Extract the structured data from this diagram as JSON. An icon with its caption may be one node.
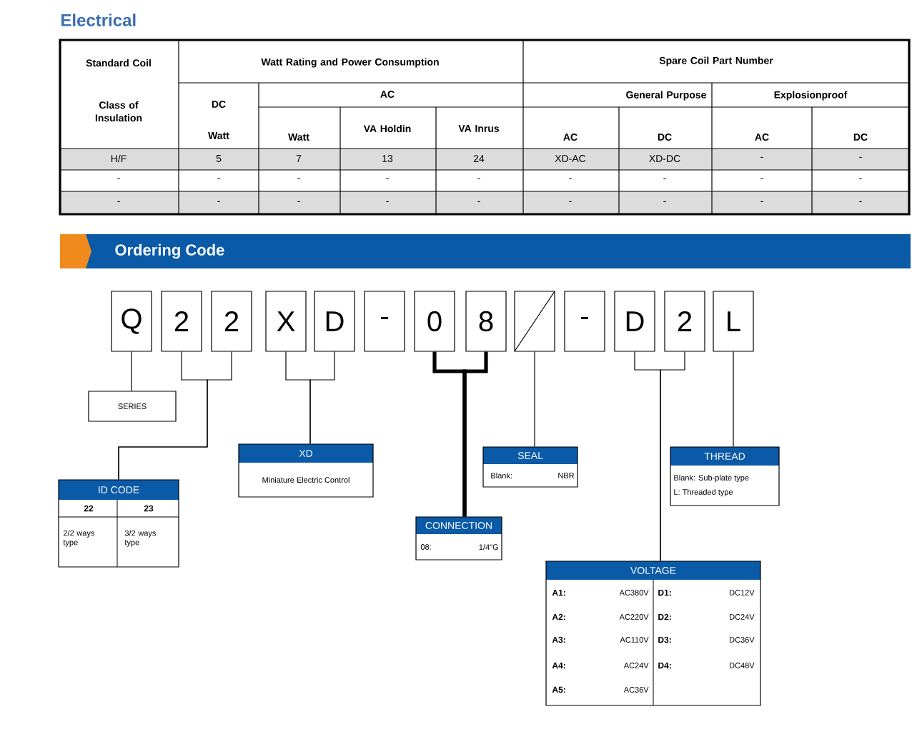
{
  "diagram": {
    "title": "Electrical",
    "nodes": [
      {
        "text": [
          "Ordering Code"
        ]
      },
      {
        "text": [
          "Q"
        ]
      },
      {
        "text": [
          "2"
        ]
      },
      {
        "text": [
          "2"
        ]
      },
      {
        "text": [
          "X"
        ]
      },
      {
        "text": [
          "D"
        ]
      },
      {
        "text": [
          "-"
        ]
      },
      {
        "text": [
          "0"
        ]
      },
      {
        "text": [
          "8"
        ]
      },
      {
        "text": [],
        "shape": "box"
      },
      {
        "text": [
          "-"
        ]
      },
      {
        "text": [
          "D"
        ]
      },
      {
        "text": [
          "2"
        ]
      },
      {
        "text": [
          "L"
        ]
      },
      {
        "text": [
          "SERIES"
        ]
      },
      {
        "text": [
          "XD",
          "Miniature Electric Control"
        ]
      },
      {
        "text": [
          "SEAL",
          "Blank:",
          "NBR"
        ]
      },
      {
        "text": [
          "THREAD",
          "Blank: Sub-plate type",
          "L: Threaded type"
        ]
      },
      {
        "text": [
          "ID CODE",
          "22",
          "23",
          "2/2 ways type",
          "3/2 ways type"
        ]
      },
      {
        "text": [
          "CONNECTION",
          "08:",
          "1/4\"G"
        ]
      },
      {
        "text": [
          "VOLTAGE",
          "A1:",
          "AC380V",
          "D1:",
          "DC12V",
          "A2:",
          "AC220V",
          "D2:",
          "DC24V",
          "A3:",
          "AC110V",
          "D3:",
          "DC36V",
          "A4:",
          "AC24V",
          "D4:",
          "DC48V",
          "A5:",
          "AC36V"
        ]
      }
    ],
    "edges": [
      {
        "from": 1,
        "to": 14,
        "arrow": "none"
      },
      {
        "from": 2,
        "to": 18,
        "arrow": "none"
      },
      {
        "from": 3,
        "to": 18,
        "arrow": "none"
      },
      {
        "from": 4,
        "to": 15,
        "arrow": "none"
      },
      {
        "from": 5,
        "to": 15,
        "arrow": "none"
      },
      {
        "from": 7,
        "to": 19,
        "arrow": "none",
        "style": "thick"
      },
      {
        "from": 8,
        "to": 19,
        "arrow": "none",
        "style": "thick"
      },
      {
        "from": 9,
        "to": 16,
        "arrow": "none"
      },
      {
        "from": 11,
        "to": 20,
        "arrow": "none"
      },
      {
        "from": 12,
        "to": 20,
        "arrow": "none"
      },
      {
        "from": 13,
        "to": 17,
        "arrow": "none"
      }
    ],
    "labels": [
      "Standard Coil",
      "Watt Rating and Power Consumption",
      "Spare Coil Part Number",
      "Class of Insulation",
      "DC",
      "AC",
      "General Purpose",
      "Explosionproof",
      "Watt",
      "Watt",
      "VA Holdin",
      "VA Inrus",
      "AC",
      "DC",
      "AC",
      "DC",
      "H/F",
      "5",
      "7",
      "13",
      "24",
      "XD-AC",
      "XD-DC",
      "-",
      "-",
      "-",
      "-",
      "-",
      "-",
      "-",
      "-",
      "-",
      "-",
      "-",
      "-",
      "-",
      "-",
      "-",
      "-",
      "-",
      "-",
      "-",
      "-"
    ]
  }
}
